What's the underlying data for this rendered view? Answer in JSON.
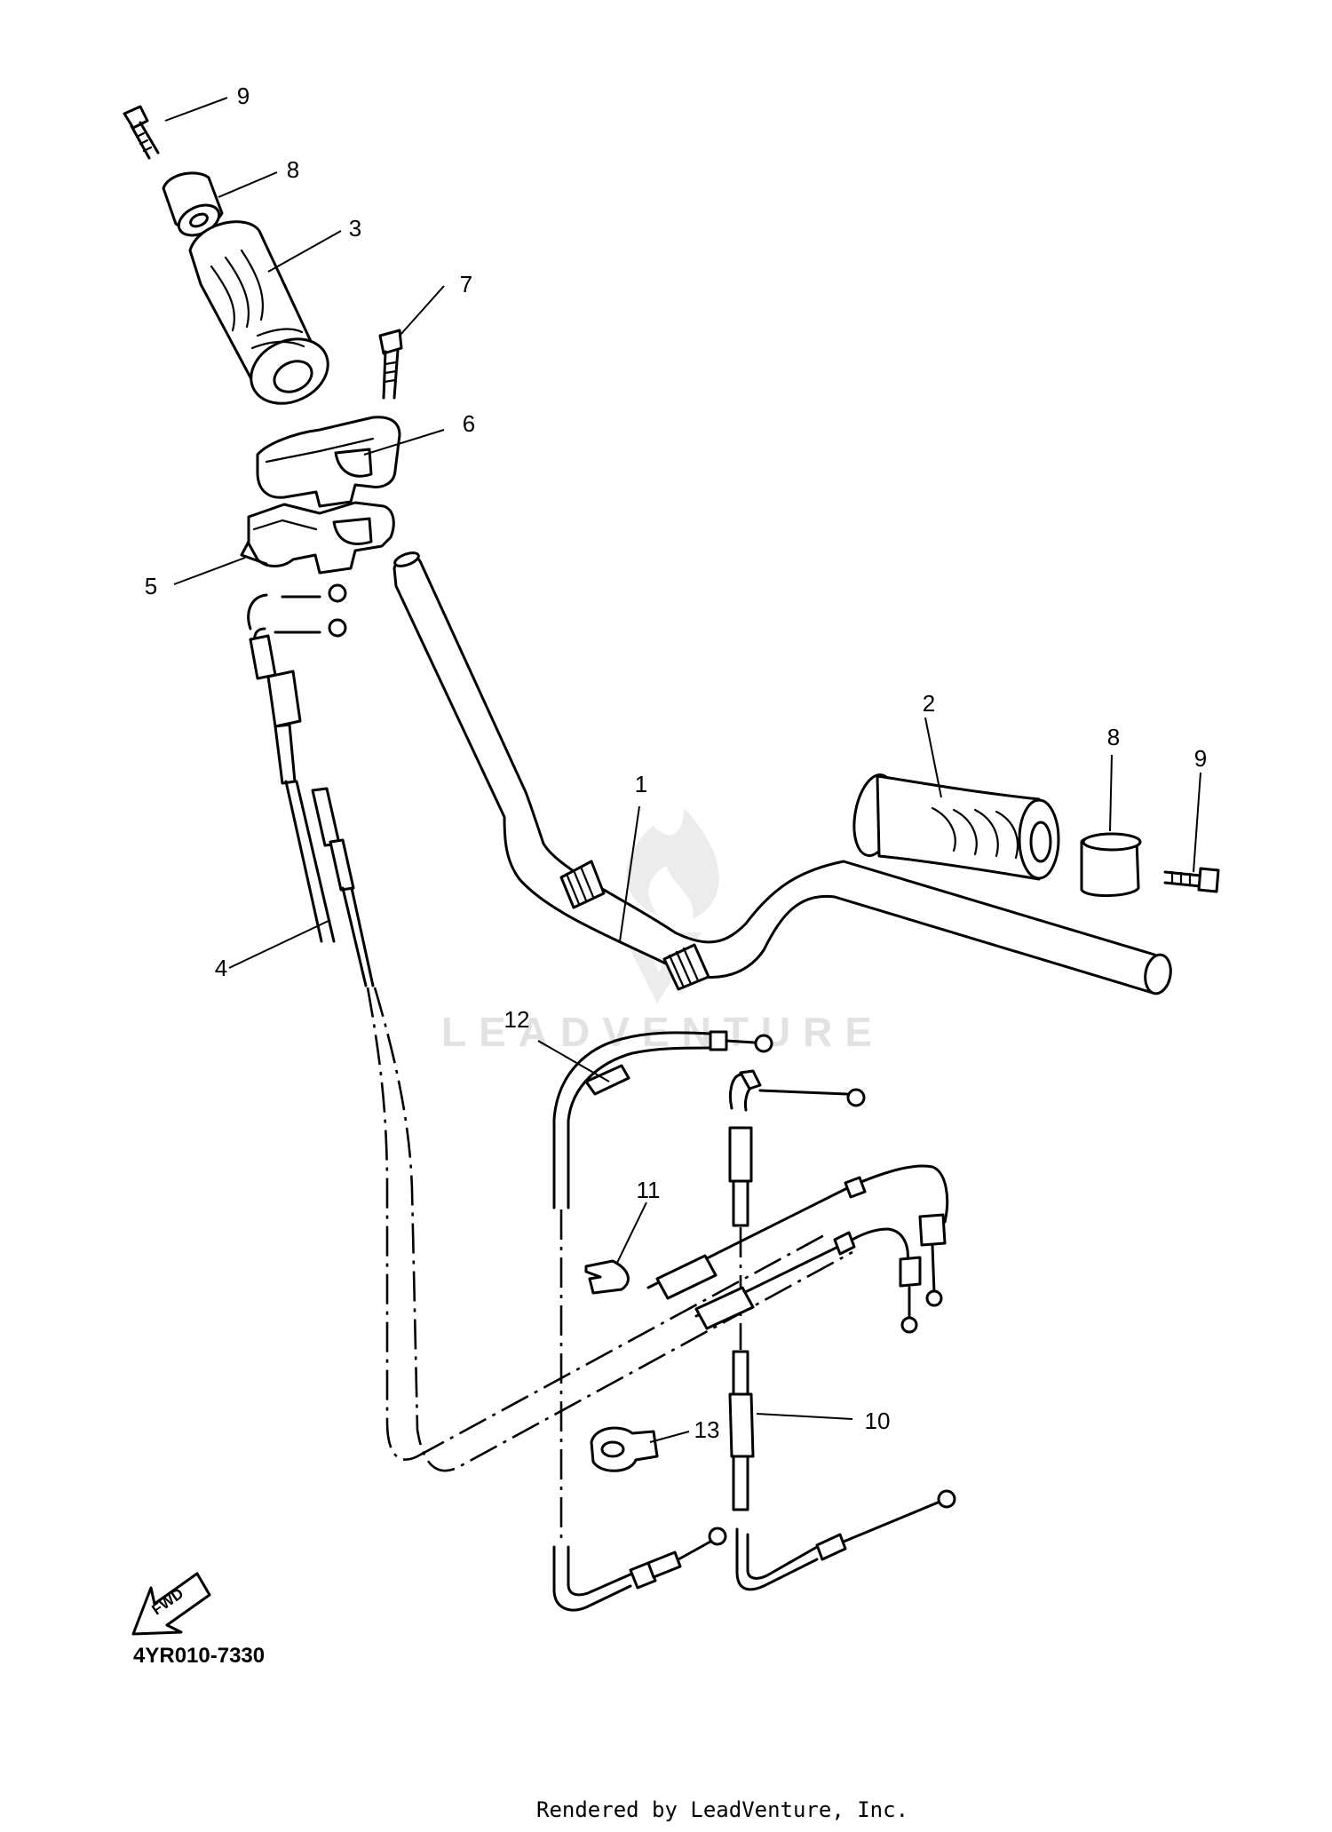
{
  "watermark": "LEADVENTURE",
  "diagram_code": "4YR010-7330",
  "fwd_label": "FWD",
  "footer": "Rendered by LeadVenture, Inc.",
  "callouts": {
    "c1": "1",
    "c2": "2",
    "c3": "3",
    "c4": "4",
    "c5": "5",
    "c6": "6",
    "c7": "7",
    "c8a": "8",
    "c8b": "8",
    "c9a": "9",
    "c9b": "9",
    "c10": "10",
    "c11": "11",
    "c12": "12",
    "c13": "13"
  }
}
